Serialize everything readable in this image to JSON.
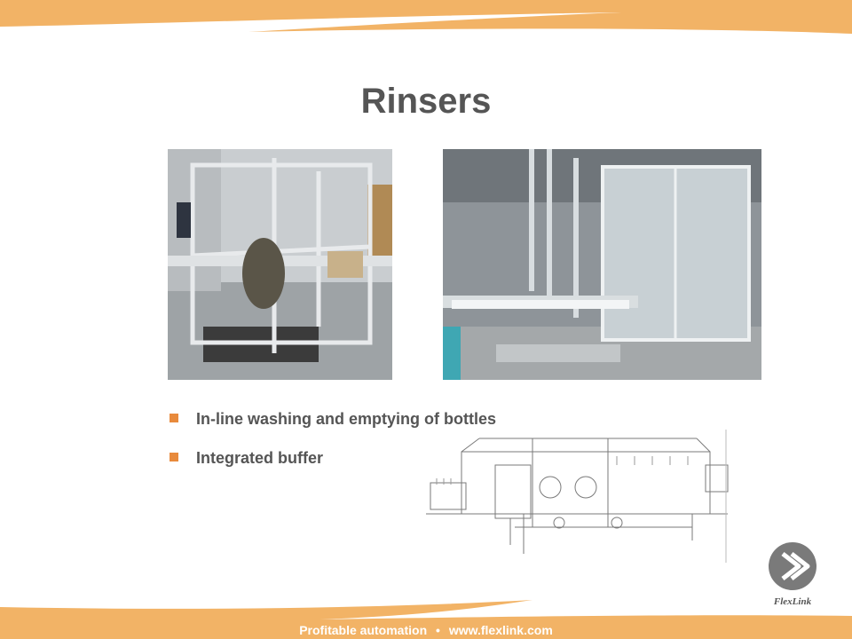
{
  "slide": {
    "title": "Rinsers",
    "bullets": [
      "In-line washing and emptying of bottles",
      "Integrated buffer"
    ]
  },
  "brand": {
    "logo_text": "FlexLink",
    "logo_icon": "flexlink-chevron-icon",
    "accent_color": "#e88a3c",
    "band_color": "#f2b366"
  },
  "footer": {
    "tagline": "Profitable automation",
    "separator": "•",
    "url": "www.flexlink.com"
  },
  "images": [
    {
      "name": "rinser-machine-photo",
      "icon": "photo-icon"
    },
    {
      "name": "bottling-line-photo",
      "icon": "photo-icon"
    },
    {
      "name": "rinser-line-drawing",
      "icon": "technical-drawing-icon"
    }
  ]
}
